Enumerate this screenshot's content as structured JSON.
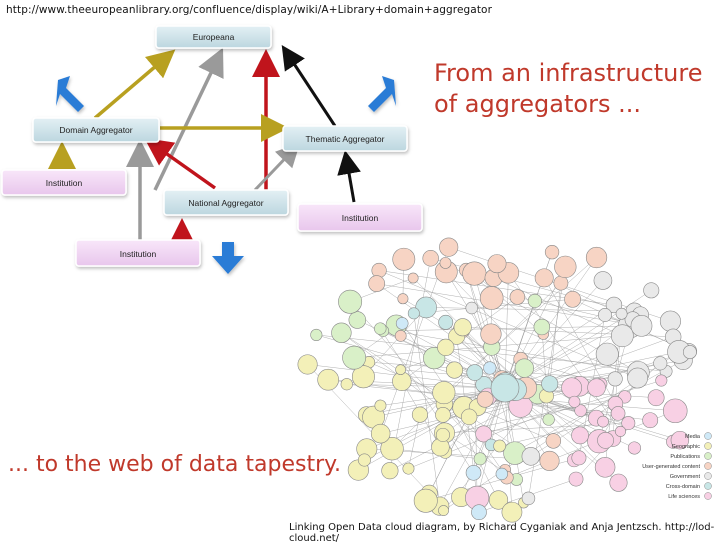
{
  "source_url": "http://www.theeuropeanlibrary.org/confluence/display/wiki/A+Library+domain+aggregator",
  "heading_top": [
    "From an infrastructure",
    "of aggregators ..."
  ],
  "heading_bottom": "... to the web of data tapestry.",
  "caption": "Linking Open Data cloud diagram, by Richard Cyganiak and Anja Jentzsch. http://lod-cloud.net/",
  "aggregator_diagram": {
    "nodes": {
      "europeana": "Europeana",
      "domain_aggregator": "Domain Aggregator",
      "thematic_aggregator": "Thematic Aggregator",
      "national_aggregator": "National Aggregator",
      "institution_left": "Institution",
      "institution_bottom": "Institution",
      "institution_right": "Institution"
    },
    "colors": {
      "blue_box": "#cfe3ea",
      "pink_box": "#f1d6f3",
      "arrow_olive": "#b8a020",
      "arrow_gray": "#9a9a9a",
      "arrow_red": "#c0141c",
      "arrow_black": "#111111",
      "arrow_blue": "#2a7bd6"
    }
  },
  "lod_legend": [
    "Media",
    "Geographic",
    "Publications",
    "User-generated content",
    "Government",
    "Cross-domain",
    "Life sciences"
  ],
  "lod_legend_colors": [
    "#cfe9f7",
    "#f3f0b8",
    "#d9f0c8",
    "#f7d4c4",
    "#e9e9e9",
    "#c8e6e6",
    "#f8d0e4"
  ]
}
